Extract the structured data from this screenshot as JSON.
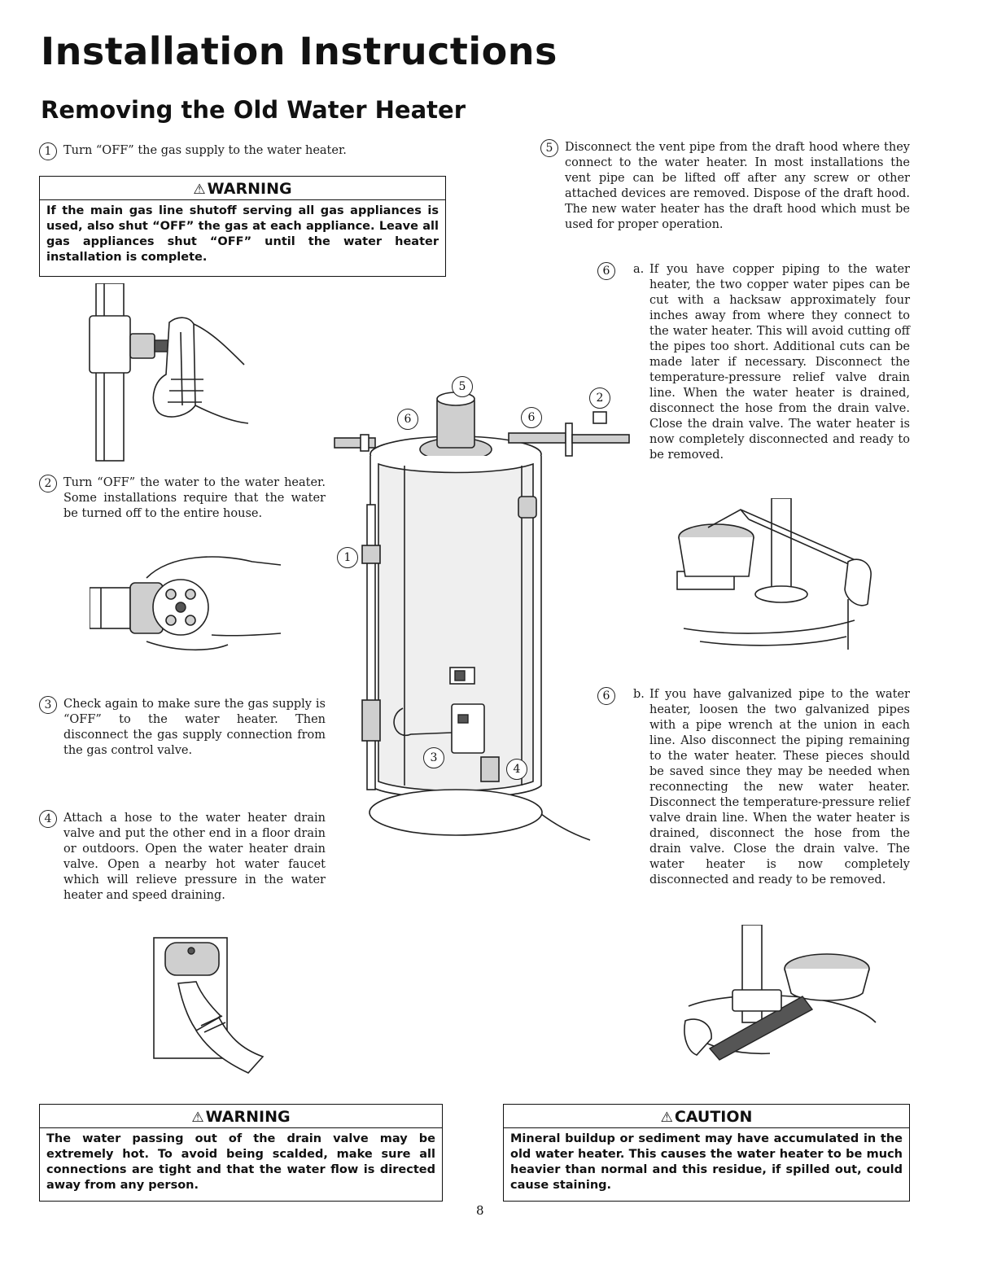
{
  "page": {
    "title": "Installation Instructions",
    "subtitle": "Removing the Old Water Heater",
    "page_number": "8"
  },
  "steps": {
    "s1": {
      "num": "1",
      "text": "Turn “OFF” the gas supply to the water heater."
    },
    "s2": {
      "num": "2",
      "text": "Turn “OFF” the water to the water heater. Some installations require that the water be turned off to the entire house."
    },
    "s3": {
      "num": "3",
      "text": "Check again to make sure the gas supply is “OFF” to the water heater. Then disconnect the gas supply connection from the gas control valve."
    },
    "s4": {
      "num": "4",
      "text": "Attach a hose to the water heater drain valve and put the other end in a floor drain or outdoors. Open the water heater drain valve. Open a nearby hot water faucet which will relieve pressure in the water heater and speed draining."
    },
    "s5": {
      "num": "5",
      "text": "Disconnect the vent pipe from the draft hood where they connect to the water heater. In most installations the vent pipe can be lifted off after any screw or other attached devices are removed. Dispose of the draft hood. The new water heater has the draft hood which must be used for proper operation."
    },
    "s6a": {
      "num": "6",
      "letter": "a.",
      "text": "If you have copper piping to the water heater, the two copper water pipes can be cut with a hacksaw approximately four inches away from where they connect to the water heater. This will avoid cutting off the pipes too short. Additional cuts can be made later if necessary. Disconnect the temperature-pressure relief valve drain line. When the water heater is drained, disconnect the hose from the drain valve. Close the drain valve. The water heater is now completely disconnected and ready to be removed."
    },
    "s6b": {
      "num": "6",
      "letter": "b.",
      "text": "If you have galvanized pipe to the water heater, loosen the two galvanized pipes with a pipe wrench at the union in each line. Also disconnect the piping remaining to the water heater. These pieces should be saved since they may be needed when reconnecting the new water heater. Disconnect the temperature-pressure relief valve drain line. When the water heater is drained, disconnect the hose from the drain valve. Close the drain valve. The water heater is now completely disconnected and ready to be removed."
    }
  },
  "warning1": {
    "title": "WARNING",
    "text": "If the main gas line shutoff serving all gas appliances is used, also shut “OFF” the gas at each appliance. Leave all gas appliances shut “OFF” until the water heater installation is complete."
  },
  "warning2": {
    "title": "WARNING",
    "text": "The water passing out of the drain valve may be extremely hot. To avoid being scalded, make sure all connections are tight and that the water flow is directed away from any person."
  },
  "caution": {
    "title": "CAUTION",
    "text": "Mineral buildup or sediment may have accumulated in the old water heater. This causes the water heater to be much heavier than normal and this residue, if spilled out, could cause staining."
  },
  "callouts": {
    "c1": "1",
    "c2": "2",
    "c3": "3",
    "c4": "4",
    "c5": "5",
    "c6l": "6",
    "c6r": "6"
  }
}
